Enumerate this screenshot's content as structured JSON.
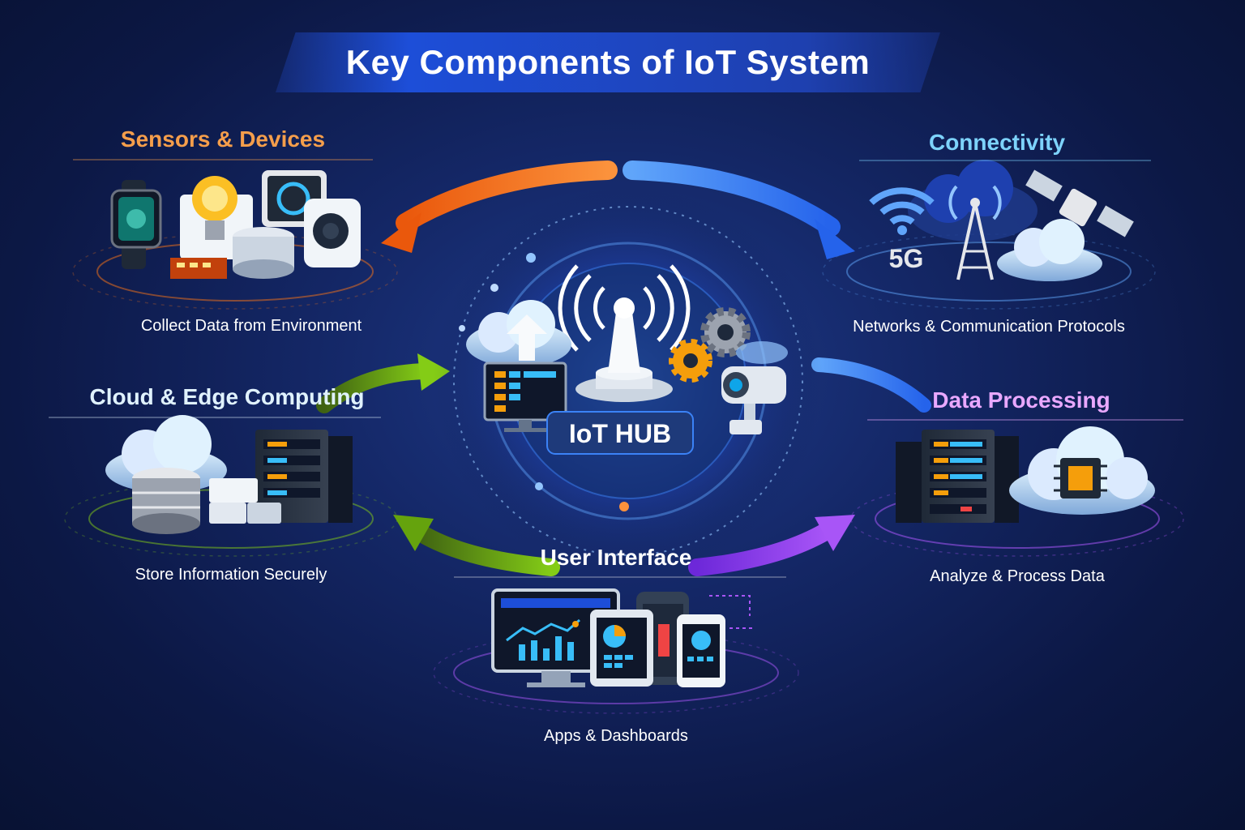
{
  "title": "Key Components of IoT System",
  "hub": {
    "label": "IoT HUB"
  },
  "components": {
    "sensors": {
      "heading": "Sensors & Devices",
      "caption": "Collect Data from Environment",
      "color": "#f59e4b"
    },
    "connectivity": {
      "heading": "Connectivity",
      "caption": "Networks & Communication Protocols",
      "badge": "5G",
      "color": "#7dd3fc"
    },
    "cloud": {
      "heading": "Cloud & Edge Computing",
      "caption": "Store Information Securely",
      "color": "#e0f2fe"
    },
    "processing": {
      "heading": "Data Processing",
      "caption": "Analyze & Process Data",
      "color": "#e9a8ff"
    },
    "ui": {
      "heading": "User Interface",
      "caption": "Apps & Dashboards",
      "color": "#ffffff"
    }
  },
  "colors": {
    "background": "#0c1845",
    "orange_arrow": "#f97316",
    "blue_arrow": "#38bdf8",
    "green_arrow": "#65a30d",
    "purple_arrow": "#9333ea",
    "hub_glow": "#60a5fa"
  },
  "icons": [
    "smartwatch-icon",
    "light-bulb-icon",
    "thermostat-icon",
    "camera-icon",
    "wifi-icon",
    "cell-tower-icon",
    "satellite-icon",
    "cloud-icon",
    "server-rack-icon",
    "database-icon",
    "chip-icon",
    "gear-icon",
    "monitor-icon",
    "tablet-icon",
    "smartphone-icon",
    "antenna-icon"
  ]
}
